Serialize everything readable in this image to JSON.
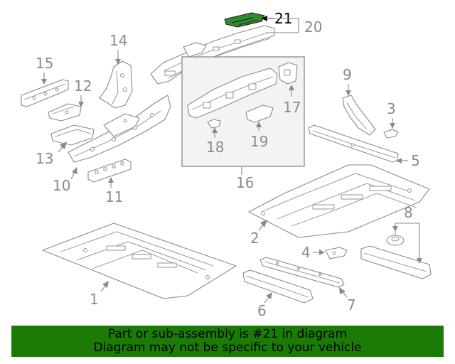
{
  "diagram": {
    "callouts": {
      "c1": "1",
      "c2": "2",
      "c3": "3",
      "c4": "4",
      "c5": "5",
      "c6": "6",
      "c7": "7",
      "c8": "8",
      "c9": "9",
      "c10": "10",
      "c11": "11",
      "c12": "12",
      "c13": "13",
      "c14": "14",
      "c15": "15",
      "c16": "16",
      "c17": "17",
      "c18": "18",
      "c19": "19",
      "c20": "20",
      "c21": "21"
    },
    "highlighted_part": "21",
    "colors": {
      "highlight": "#2e8b2e",
      "banner": "#1c7a06",
      "line": "#8a8a8a"
    }
  },
  "banner": {
    "line1": "Part or sub-assembly is #21 in diagram",
    "line2": "Diagram may not be specific to your vehicle"
  }
}
